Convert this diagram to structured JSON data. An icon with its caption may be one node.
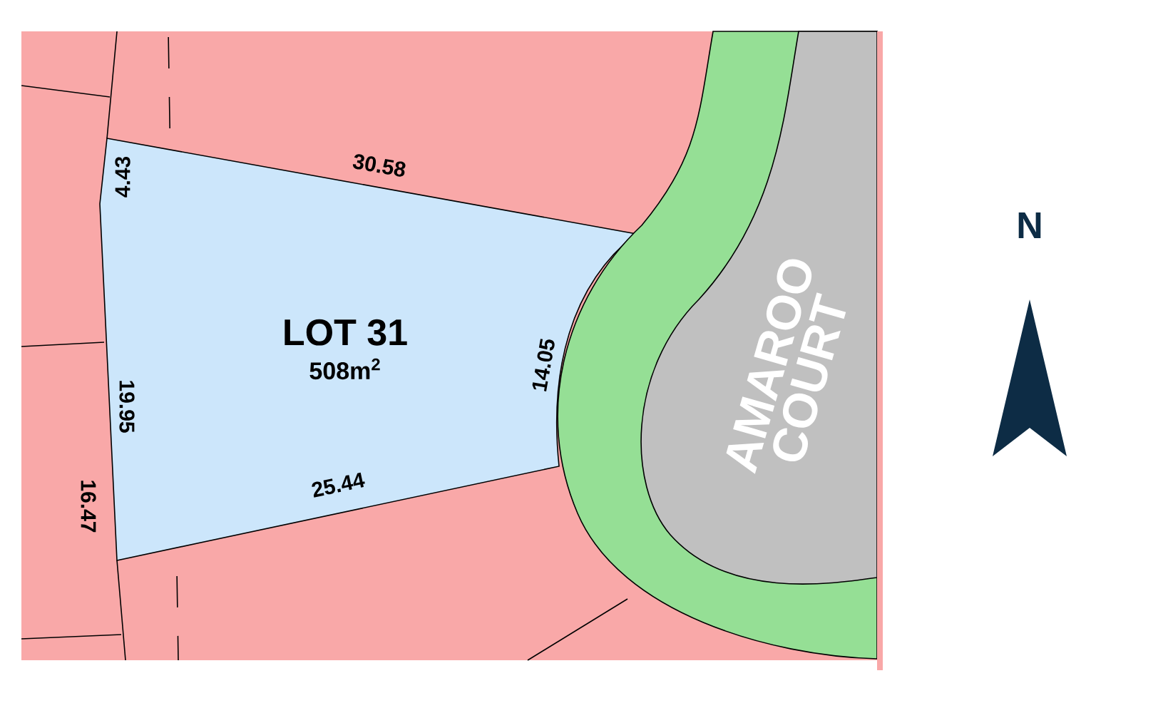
{
  "diagram": {
    "nodes": [
      {
        "text": [
          "LOT 31",
          "508m$^{2}$"
        ]
      },
      {
        "text": [
          "AMAROO COURT"
        ]
      }
    ],
    "labels": [
      "30.58",
      "4.43",
      "14.05",
      "19.95",
      "16.47",
      "25.44",
      "N"
    ]
  }
}
